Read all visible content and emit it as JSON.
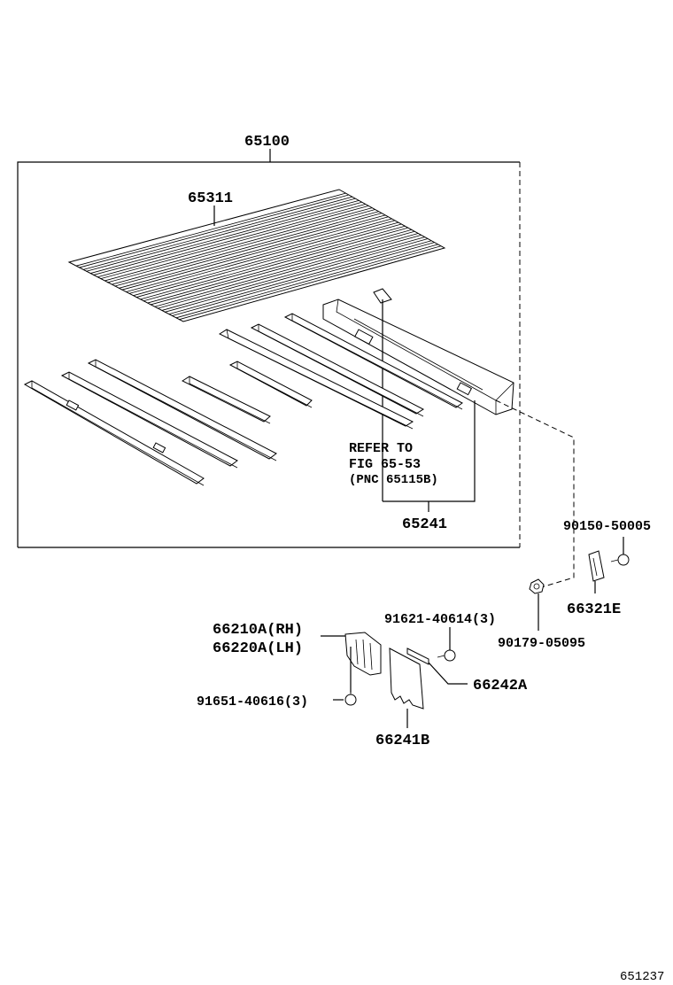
{
  "labels": {
    "assembly": "65100",
    "floor_panel": "65311",
    "sill": "65241",
    "refer_line1": "REFER TO",
    "refer_line2": "FIG 65-53",
    "refer_line3": "(PNC 65115B)",
    "bolt_upper": "90150-50005",
    "bracket": "66321E",
    "nut": "90179-05095",
    "bolt_mudguard": "91621-40614(3)",
    "mudguard_rh": "66210A(RH)",
    "mudguard_lh": "66220A(LH)",
    "mudflap_bracket": "66242A",
    "screw": "91651-40616(3)",
    "mudflap": "66241B",
    "figure_number": "651237"
  }
}
